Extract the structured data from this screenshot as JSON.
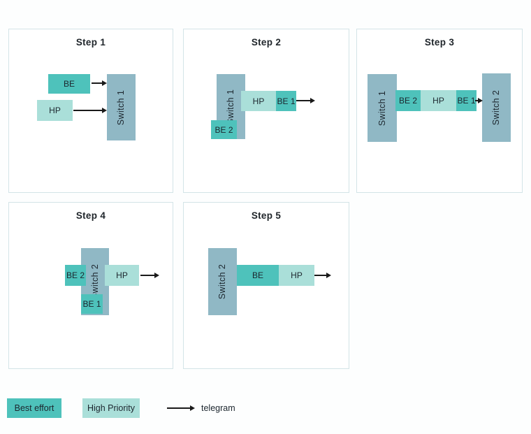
{
  "colors": {
    "best_effort": "#4ec2bb",
    "high_priority": "#aadfd9",
    "switch": "#90b8c5",
    "arrow": "#1a1a1a",
    "panel_border": "#d3e4e7",
    "text": "#1c262e"
  },
  "panels": [
    {
      "title": "Step 1",
      "nodes": {
        "be": "BE",
        "hp": "HP",
        "switch1": "Switch 1"
      }
    },
    {
      "title": "Step 2",
      "nodes": {
        "switch1": "Switch 1",
        "hp": "HP",
        "be1": "BE 1",
        "be2": "BE 2"
      }
    },
    {
      "title": "Step 3",
      "nodes": {
        "switch1": "Switch 1",
        "be2": "BE 2",
        "hp": "HP",
        "be1": "BE 1",
        "switch2": "Switch 2"
      }
    },
    {
      "title": "Step 4",
      "nodes": {
        "switch2": "Switch 2",
        "be2": "BE 2",
        "be1": "BE 1",
        "hp": "HP"
      }
    },
    {
      "title": "Step 5",
      "nodes": {
        "switch2": "Switch 2",
        "be": "BE",
        "hp": "HP"
      }
    }
  ],
  "legend": {
    "best_effort_label": "Best effort",
    "high_priority_label": "High Priority",
    "telegram_label": "telegram"
  }
}
